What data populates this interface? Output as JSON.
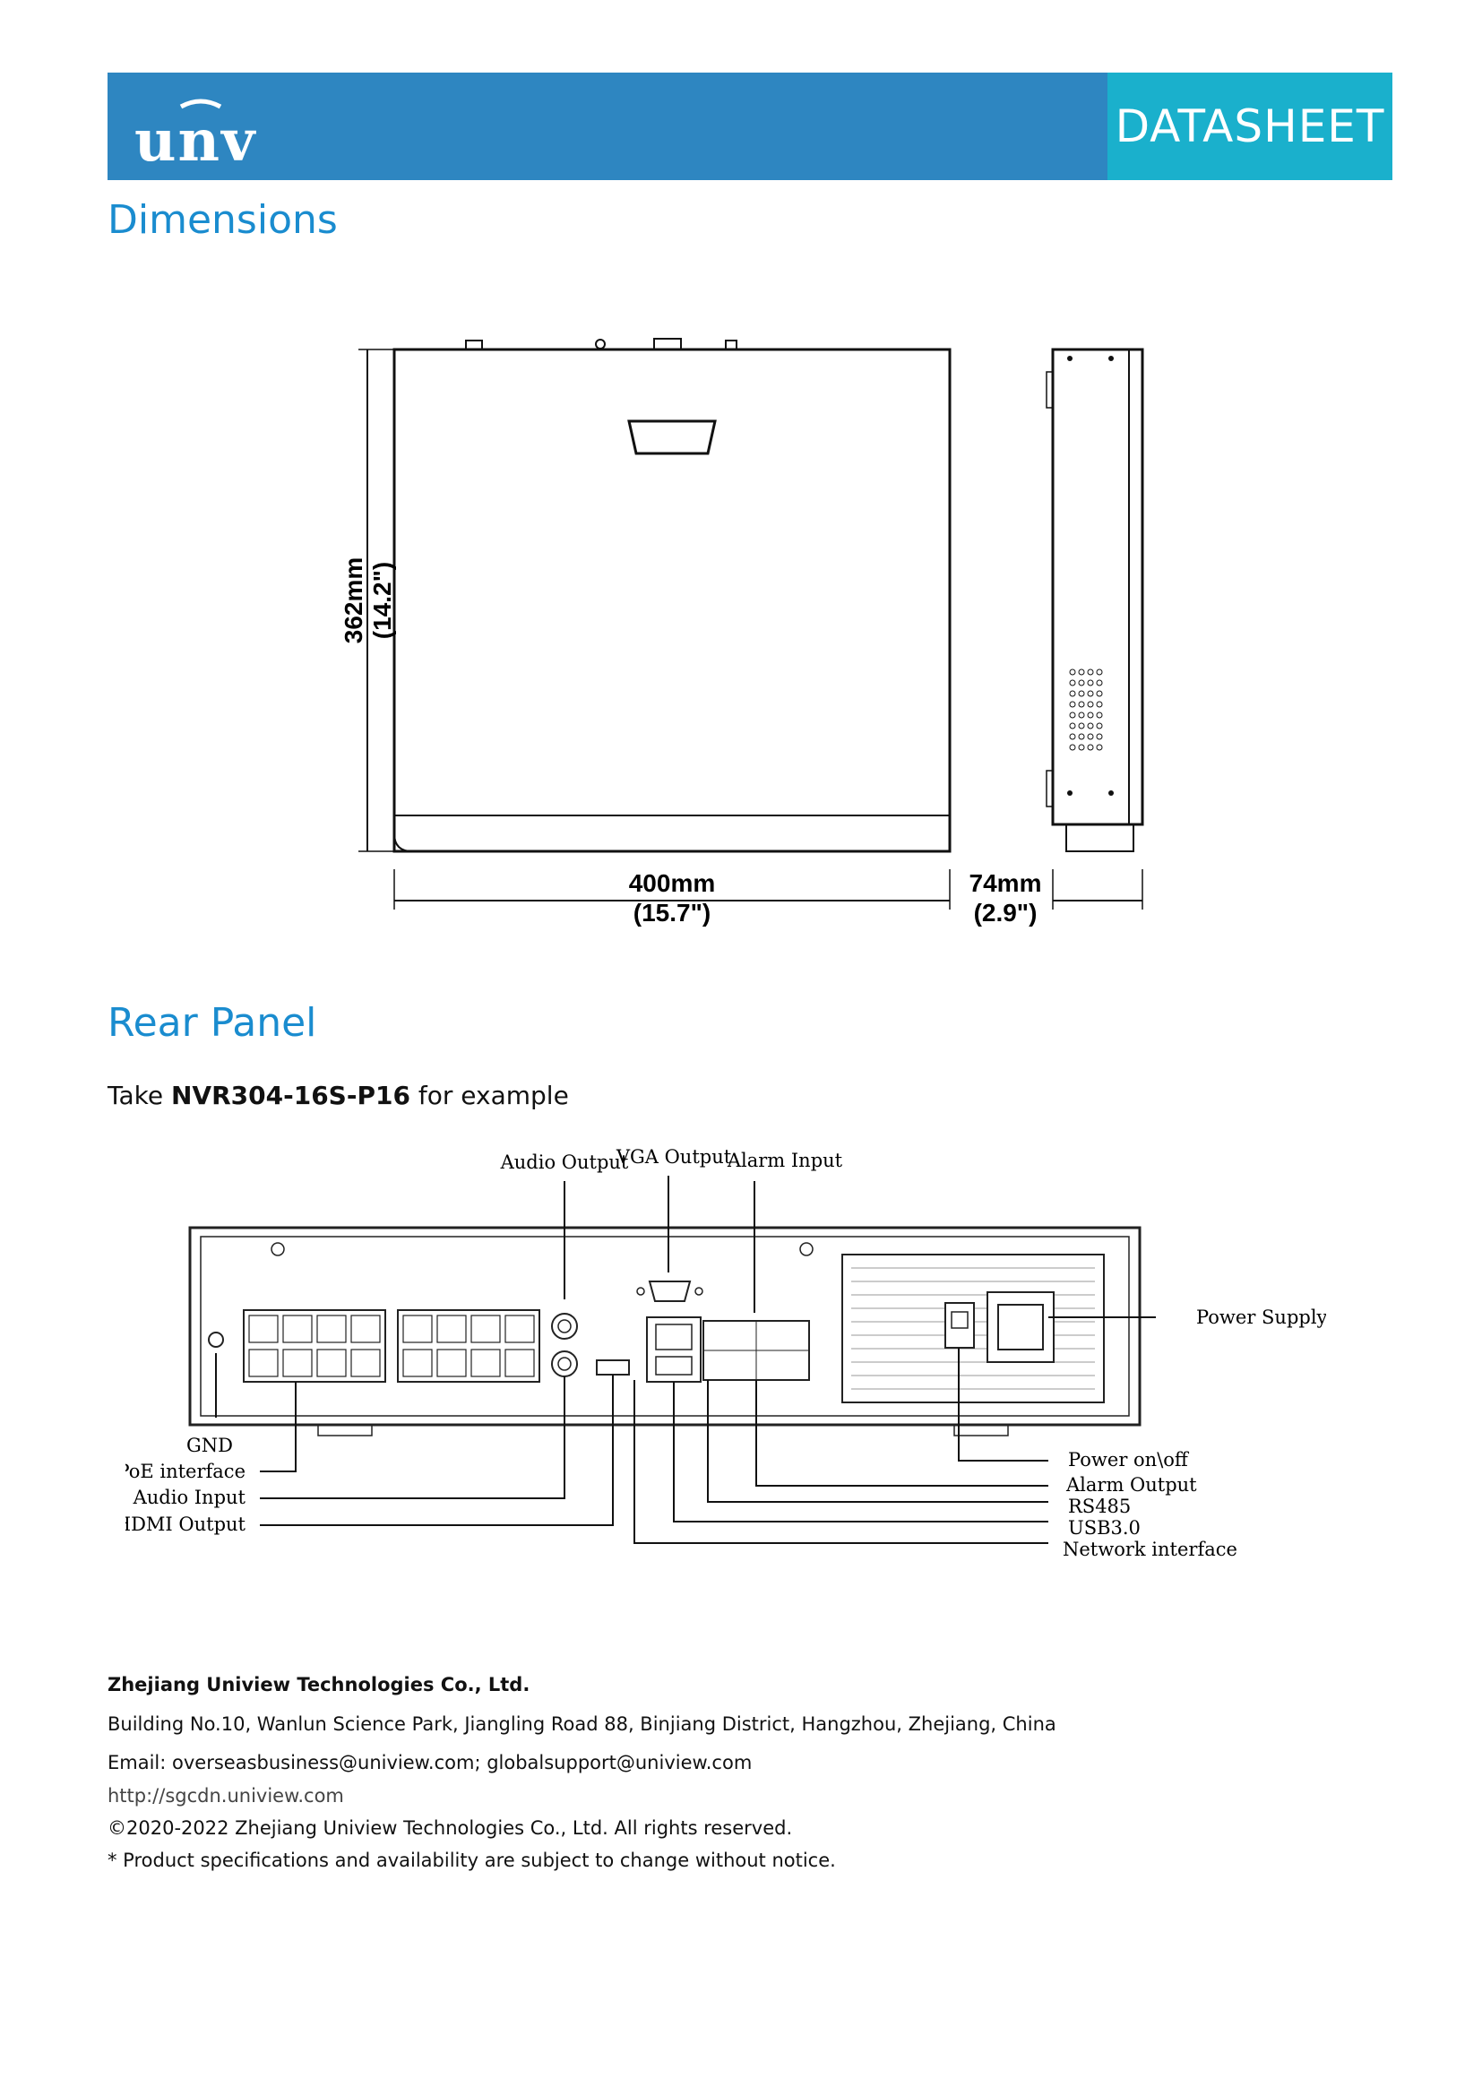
{
  "header": {
    "logo_text": "UNV",
    "tag": "DATASHEET"
  },
  "sections": {
    "dimensions_title": "Dimensions",
    "rear_panel_title": "Rear Panel"
  },
  "dimensions": {
    "height_mm": "362mm",
    "height_in": "(14.2\")",
    "width_mm": "400mm",
    "width_in": "(15.7\")",
    "depth_mm": "74mm",
    "depth_in": "(2.9\")"
  },
  "example": {
    "prefix": "Take",
    "model": "NVR304-16S-P16",
    "suffix": "for example"
  },
  "rear_labels": {
    "audio_output": "Audio Output",
    "vga_output": "VGA Output",
    "alarm_input": "Alarm Input",
    "power_supply": "Power Supply",
    "gnd": "GND",
    "poe_interface": "PoE interface",
    "audio_input": "Audio Input",
    "hdmi_output": "HDMI Output",
    "power_onoff": "Power on\\off",
    "alarm_output": "Alarm Output",
    "rs485": "RS485",
    "usb30": "USB3.0",
    "network_interface": "Network interface"
  },
  "footer": {
    "company": "Zhejiang Uniview Technologies Co., Ltd.",
    "address": "Building No.10, Wanlun Science Park, Jiangling Road 88, Binjiang District, Hangzhou, Zhejiang, China",
    "email": "Email: overseasbusiness@uniview.com; globalsupport@uniview.com",
    "url": "http://sgcdn.uniview.com",
    "copyright": "©2020-2022 Zhejiang Uniview Technologies Co., Ltd. All rights reserved.",
    "notice": "*  Product specifications and availability are subject to change without notice."
  },
  "colors": {
    "header_blue": "#2e86c1",
    "tag_teal": "#1ab0cc",
    "title_blue": "#1a8ccf"
  }
}
